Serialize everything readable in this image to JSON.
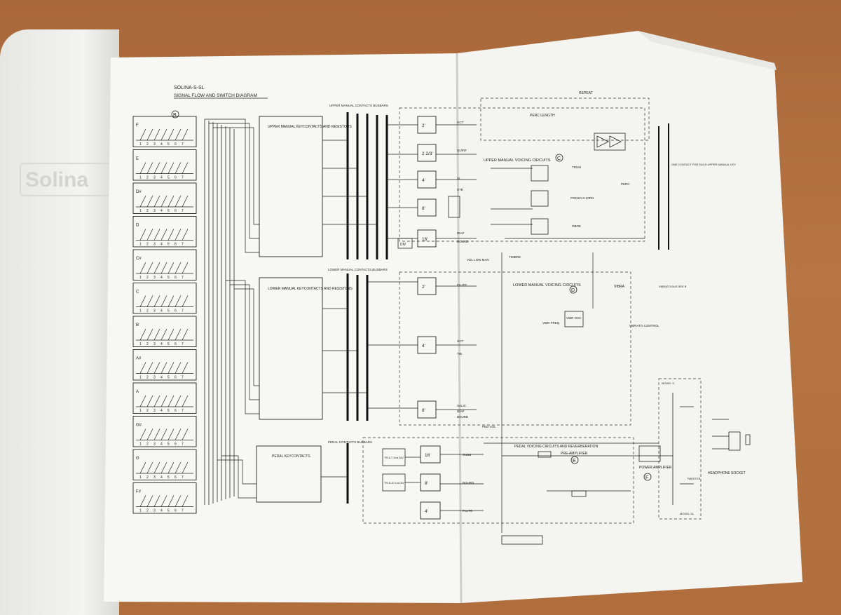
{
  "diagram": {
    "title": "SOLINA-S-SL",
    "subtitle": "SIGNAL FLOW AND SWITCH DIAGRAM",
    "book_logo": "Solina",
    "key_groups": [
      "F",
      "E",
      "D#",
      "D",
      "C#",
      "C",
      "B",
      "A#",
      "A",
      "G#",
      "G",
      "F#"
    ],
    "key_numbers": [
      "1",
      "2",
      "3",
      "4",
      "5",
      "6",
      "7"
    ],
    "contact_boxes": {
      "upper": "UPPER MANUAL KEYCONTACTS AND RESISTORS",
      "lower": "LOWER MANUAL KEYCONTACTS AND RESISTORS",
      "pedal": "PEDAL KEYCONTACTS"
    },
    "busbar_labels": {
      "upper": "UPPER MANUAL CONTACTS BUSBARS",
      "lower": "LOWER MANUAL CONTACTS BUSBARS",
      "pedal": "PEDAL CONTACTS BUSBARS"
    },
    "upper_dividers": [
      "2'",
      "2 2/3'",
      "4'",
      "8'",
      "16'"
    ],
    "lower_dividers": [
      "2'",
      "4'",
      "8'"
    ],
    "pedal_dividers": [
      "16'",
      "8'",
      "4'"
    ],
    "upper_switches": [
      "OCT",
      "QUINT",
      "VL",
      "STR",
      "DIAP",
      "BOURD"
    ],
    "lower_switches": [
      "FLUTE",
      "OCT",
      "TIB",
      "SALIC",
      "DIAP",
      "BOURD"
    ],
    "pedal_switches": [
      "SUBB",
      "BOURD",
      "FLUTE"
    ],
    "div_box": "DIV",
    "tr_div_labels": [
      "TR 6-7 2nd DIV",
      "TR 8-10 1st DIV"
    ],
    "upper_voicing": "UPPER MANUAL VOICING CIRCUITS",
    "lower_voicing": "LOWER MANUAL VOICING CIRCUITS",
    "pedal_voicing": "PEDAL VOICING CIRCUITS AND REVERBERATION",
    "preamp": "PRE-AMPLIFIER",
    "power_amp": "POWER AMPLIFIER",
    "headphone": "HEADPHONE SOCKET",
    "repeat_label": "REPEAT",
    "perc_length": "PERC LENGTH",
    "perc": "PERC",
    "trum": "TRUM",
    "french_horn": "FRENCH HORN",
    "oboe": "OBOE",
    "timbre": "TIMBRE",
    "vibra": "VIBRA",
    "vibr_osc": "VIBR OSC",
    "vibr_freq": "VIBR FREQ",
    "vibrato_control": "VIBRATO CONTROL",
    "vol_low_man": "VOL LOW MAN",
    "ped_vol": "PED VOL",
    "section_markers": [
      "B",
      "C",
      "D",
      "E",
      "F"
    ],
    "one_contact": "ONE CONTACT FOR EACH UPPER MANUAL KEY",
    "vibrato_bus": "VIBRATO BUS SEE B",
    "model_s": "MODEL S",
    "model_sl": "MODEL SL",
    "tweeter": "TWEETER"
  }
}
